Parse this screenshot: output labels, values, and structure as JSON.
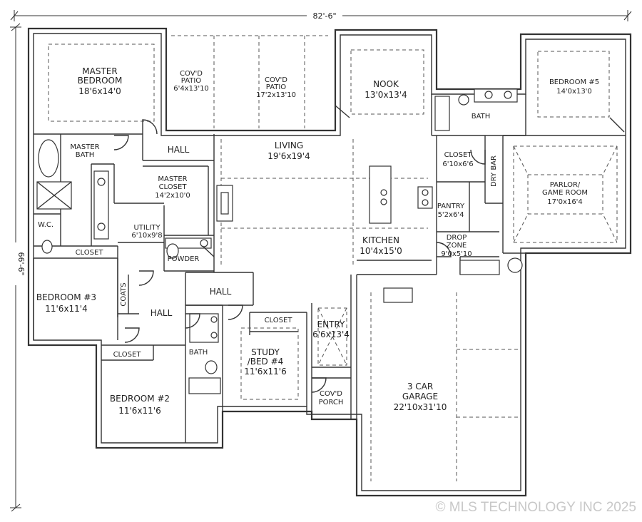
{
  "dimensions": {
    "overall_width": "82'-6\"",
    "overall_depth": "66'-6\""
  },
  "rooms": {
    "master_bedroom": {
      "name_line1": "MASTER",
      "name_line2": "BEDROOM",
      "size": "18'6x14'0"
    },
    "covd_patio_small": {
      "name_line1": "COV'D",
      "name_line2": "PATIO",
      "size": "6'4x13'10"
    },
    "covd_patio_large": {
      "name_line1": "COV'D",
      "name_line2": "PATIO",
      "size": "17'2x13'10"
    },
    "nook": {
      "name": "NOOK",
      "size": "13'0x13'4"
    },
    "bedroom_5": {
      "name": "BEDROOM #5",
      "size": "14'0x13'0"
    },
    "bath_upper_right": {
      "name": "BATH"
    },
    "master_bath": {
      "name_line1": "MASTER",
      "name_line2": "BATH"
    },
    "hall_upper": {
      "name": "HALL"
    },
    "living": {
      "name": "LIVING",
      "size": "19'6x19'4"
    },
    "closet_kitchen": {
      "name": "CLOSET",
      "size": "6'10x6'6"
    },
    "dry_bar": {
      "name": "DRY BAR"
    },
    "parlor": {
      "name_line1": "PARLOR/",
      "name_line2": "GAME ROOM",
      "size": "17'0x16'4"
    },
    "master_closet": {
      "name_line1": "MASTER",
      "name_line2": "CLOSET",
      "size": "14'2x10'0"
    },
    "pantry": {
      "name": "PANTRY",
      "size": "5'2x6'4"
    },
    "wc": {
      "name": "W.C."
    },
    "utility": {
      "name": "UTILITY",
      "size": "6'10x9'8"
    },
    "kitchen": {
      "name": "KITCHEN",
      "size": "10'4x15'0"
    },
    "drop_zone": {
      "name_line1": "DROP",
      "name_line2": "ZONE",
      "size": "9'0x5'10"
    },
    "closet_master_bath": {
      "name": "CLOSET"
    },
    "powder": {
      "name": "POWDER"
    },
    "hall_center": {
      "name": "HALL"
    },
    "bedroom_3": {
      "name": "BEDROOM #3",
      "size": "11'6x11'4"
    },
    "coats": {
      "name": "COATS"
    },
    "hall_left": {
      "name": "HALL"
    },
    "closet_study": {
      "name": "CLOSET"
    },
    "entry": {
      "name": "ENTRY",
      "size": "6'6x13'4"
    },
    "closet_bed2": {
      "name": "CLOSET"
    },
    "bath_left": {
      "name": "BATH"
    },
    "study": {
      "name_line1": "STUDY",
      "name_line2": "/BED #4",
      "size": "11'6x11'6"
    },
    "bedroom_2": {
      "name": "BEDROOM #2",
      "size": "11'6x11'6"
    },
    "covd_porch": {
      "name_line1": "COV'D",
      "name_line2": "PORCH"
    },
    "garage": {
      "name_line1": "3 CAR",
      "name_line2": "GARAGE",
      "size": "22'10x31'10"
    }
  },
  "watermark": "© MLS TECHNOLOGY INC 2025"
}
